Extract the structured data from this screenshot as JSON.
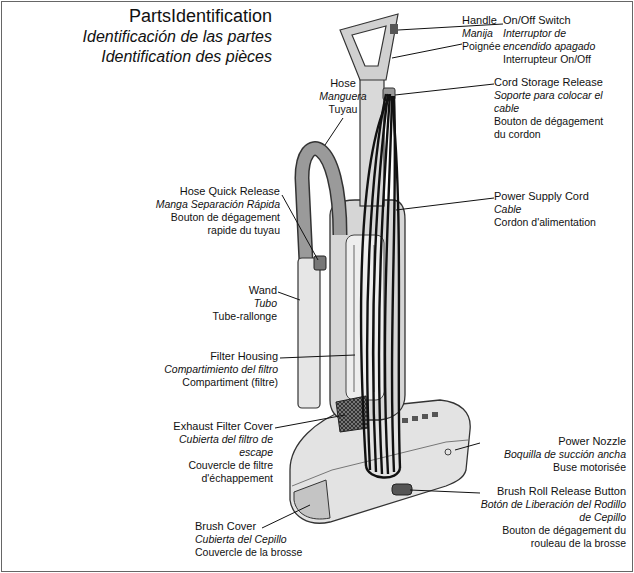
{
  "diagram": {
    "title": "PartsIdentification",
    "labels": [
      "Identificación de las partes",
      "Identification des pièces",
      "Handle",
      "Manija",
      "Poignée",
      "On/Off Switch",
      "Interruptor de encendido apagado",
      "Interrupteur On/Off",
      "Hose",
      "Manguera",
      "Tuyau",
      "Cord Storage Release",
      "Soporte para colocar el cable",
      "Bouton de dégagement du cordon",
      "Power Supply Cord",
      "Cable",
      "Cordon d'alimentation",
      "Hose Quick Release",
      "Manga Separación Rápida",
      "Bouton de dégagement rapide du tuyau",
      "Wand",
      "Tubo",
      "Tube-rallonge",
      "Filter Housing",
      "Compartimiento del filtro",
      "Compartiment (filtre)",
      "Exhaust Filter Cover",
      "Cubierta del filtro de escape",
      "Couvercle de filtre d'échappement",
      "Power Nozzle",
      "Boquilla de succión ancha",
      "Buse motorisée",
      "Brush Roll Release Button",
      "Botón de Liberación del Rodillo de Cepillo",
      "Bouton de dégagement du rouleau de la brosse",
      "Brush Cover",
      "Cubierta del Cepillo",
      "Couvercle de la brosse"
    ]
  }
}
